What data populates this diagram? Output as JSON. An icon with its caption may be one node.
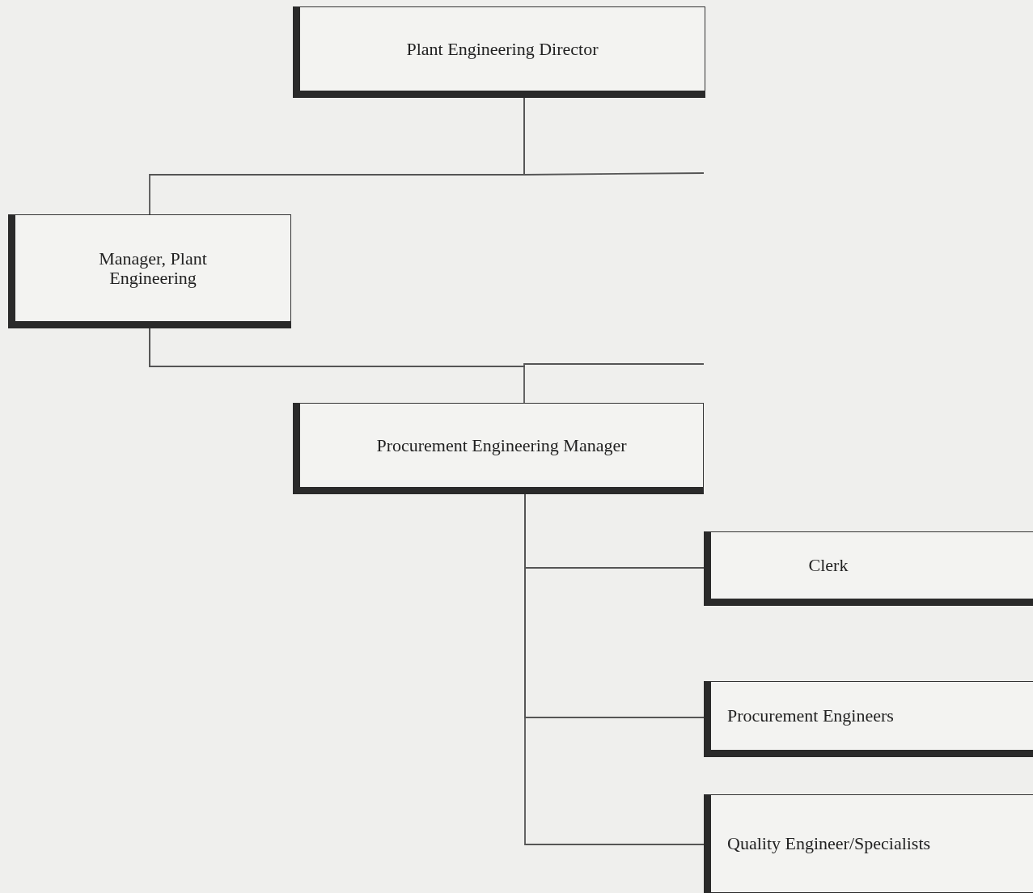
{
  "diagram": {
    "nodes": [
      {
        "text": [
          "Plant Engineering Director"
        ]
      },
      {
        "text": [
          "Manager, Plant Engineering"
        ]
      },
      {
        "text": [
          "Procurement Engineering Manager"
        ]
      },
      {
        "text": [
          "Clerk"
        ]
      },
      {
        "text": [
          "Procurement Engineers"
        ]
      },
      {
        "text": [
          "Quality Engineer/Specialists"
        ]
      }
    ],
    "edges": [
      {
        "from": 0,
        "to": 1,
        "arrow": "none"
      },
      {
        "from": 0,
        "to": null,
        "arrow": "none"
      },
      {
        "from": 1,
        "to": 2,
        "arrow": "none"
      },
      {
        "from": 1,
        "to": null,
        "arrow": "none"
      },
      {
        "from": 2,
        "to": 3,
        "arrow": "none"
      },
      {
        "from": 2,
        "to": 4,
        "arrow": "none"
      },
      {
        "from": 2,
        "to": 5,
        "arrow": "none"
      }
    ]
  }
}
